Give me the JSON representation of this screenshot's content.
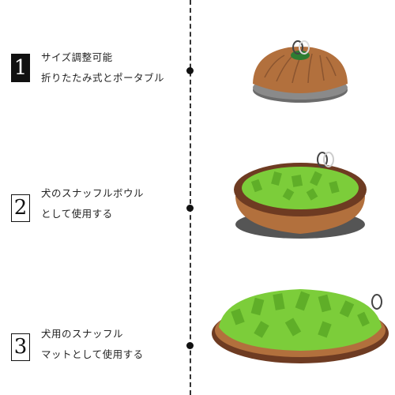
{
  "steps": [
    {
      "number": "1",
      "lines": [
        "サイズ調整可能",
        "折りたたみ式とポータブル"
      ]
    },
    {
      "number": "2",
      "lines": [
        "犬のスナッフルボウル",
        "として使用する"
      ]
    },
    {
      "number": "3",
      "lines": [
        "犬用のスナッフル",
        "マットとして使用する"
      ]
    }
  ],
  "colors": {
    "felt_green": "#7ccd3a",
    "fabric_brown": "#b2703d",
    "rim_dark": "#6e3b22"
  }
}
